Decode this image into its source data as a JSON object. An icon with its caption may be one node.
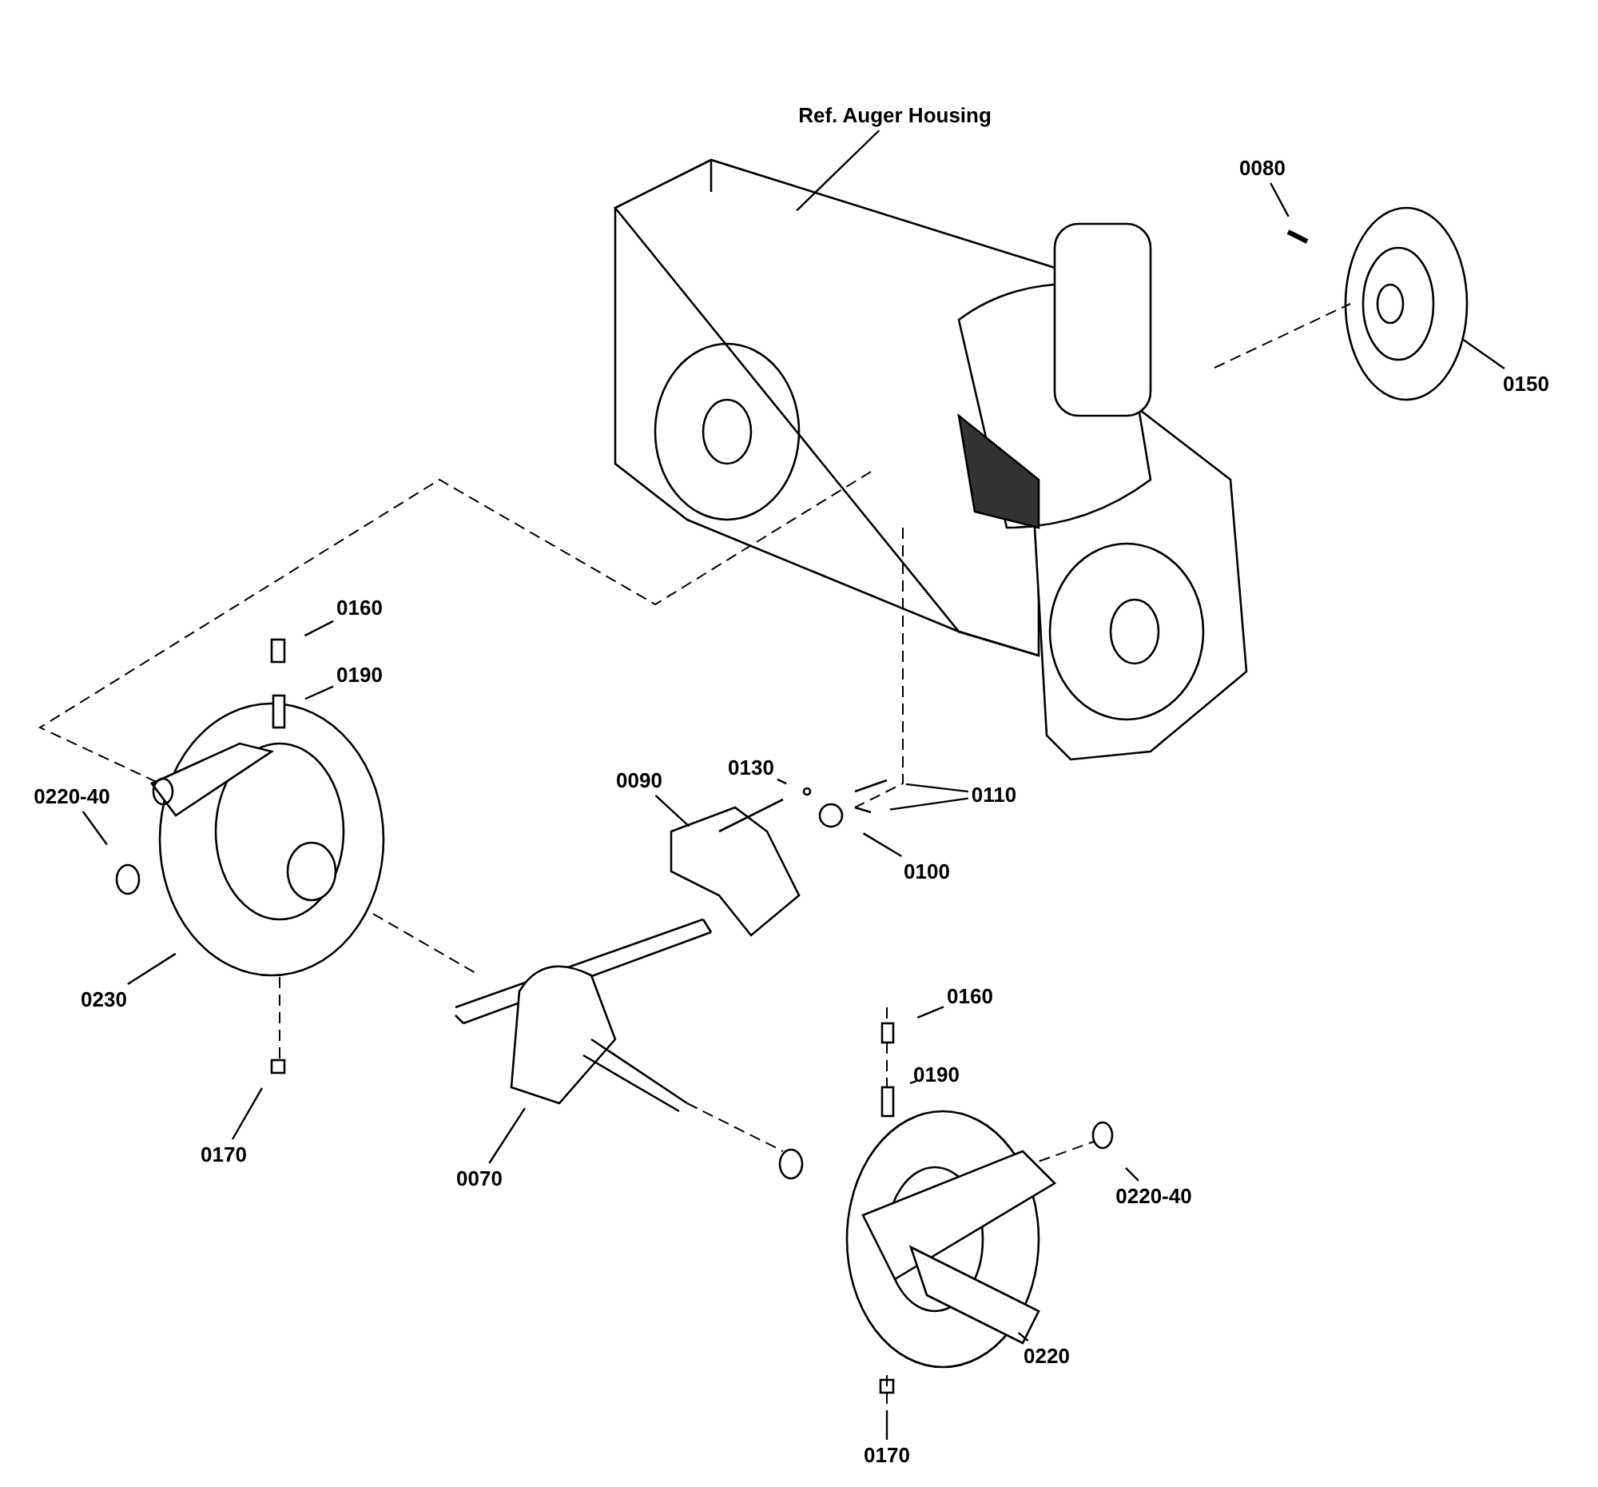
{
  "diagram": {
    "nodes": [
      {
        "text": [
          "Ref. Auger Housing"
        ]
      },
      {
        "text": [
          "0080"
        ]
      },
      {
        "text": [
          "0150"
        ]
      },
      {
        "text": [
          "0160"
        ]
      },
      {
        "text": [
          "0190"
        ]
      },
      {
        "text": [
          "0220-40"
        ]
      },
      {
        "text": [
          "0230"
        ]
      },
      {
        "text": [
          "0170"
        ]
      },
      {
        "text": [
          "0130"
        ]
      },
      {
        "text": [
          "0090"
        ]
      },
      {
        "text": [
          "0110"
        ]
      },
      {
        "text": [
          "0100"
        ]
      },
      {
        "text": [
          "0070"
        ]
      },
      {
        "text": [
          "0160"
        ]
      },
      {
        "text": [
          "0190"
        ]
      },
      {
        "text": [
          "0220-40"
        ]
      },
      {
        "text": [
          "0220"
        ]
      },
      {
        "text": [
          "0170"
        ]
      }
    ],
    "edges": [
      {
        "from": 0,
        "to": null,
        "arrow": "none"
      },
      {
        "from": 1,
        "to": null,
        "arrow": "none"
      },
      {
        "from": 2,
        "to": null,
        "arrow": "none"
      },
      {
        "from": 3,
        "to": null,
        "arrow": "none"
      },
      {
        "from": 4,
        "to": null,
        "arrow": "none"
      },
      {
        "from": 5,
        "to": null,
        "arrow": "none"
      },
      {
        "from": 6,
        "to": null,
        "arrow": "none"
      },
      {
        "from": 7,
        "to": null,
        "arrow": "none"
      },
      {
        "from": 8,
        "to": null,
        "arrow": "none"
      },
      {
        "from": 9,
        "to": null,
        "arrow": "none"
      },
      {
        "from": 10,
        "to": null,
        "arrow": "none"
      },
      {
        "from": 10,
        "to": null,
        "arrow": "none"
      },
      {
        "from": 11,
        "to": null,
        "arrow": "none"
      },
      {
        "from": 12,
        "to": null,
        "arrow": "none"
      },
      {
        "from": 13,
        "to": null,
        "arrow": "none"
      },
      {
        "from": 14,
        "to": null,
        "arrow": "none"
      },
      {
        "from": 15,
        "to": null,
        "arrow": "none"
      },
      {
        "from": 16,
        "to": null,
        "arrow": "none"
      },
      {
        "from": 17,
        "to": null,
        "arrow": "none"
      }
    ]
  }
}
